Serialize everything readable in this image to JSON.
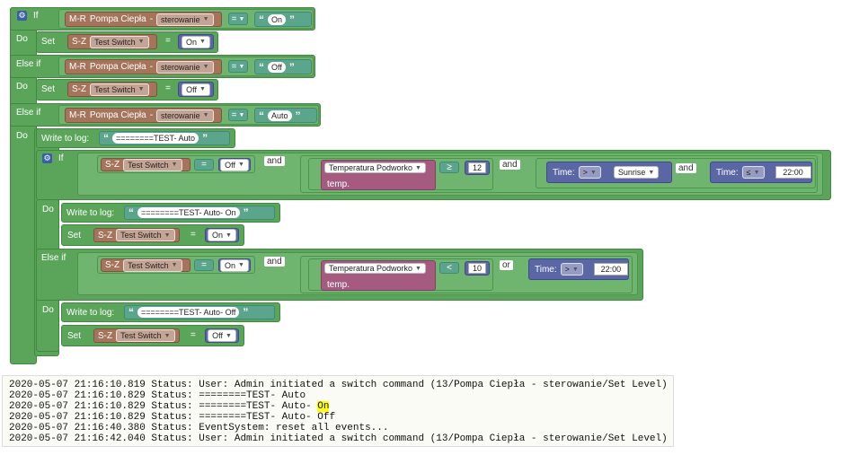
{
  "kw": {
    "if": "If",
    "do": "Do",
    "else_if": "Else if",
    "set": "Set",
    "write": "Write to log:",
    "and": "and",
    "or": "or",
    "eq": "=",
    "time": "Time:"
  },
  "device": {
    "mr": "M-R",
    "pompa": "Pompa Ciepła",
    "sterowanie": "sterowanie",
    "sz": "S-Z",
    "switch": "Test Switch"
  },
  "values": {
    "on": "On",
    "off": "Off",
    "auto": "Auto"
  },
  "sensor": {
    "name": "Temperatura Podworko",
    "field": "temp.",
    "ge": "≥",
    "lt": "<",
    "v12": "12",
    "v10": "10"
  },
  "time": {
    "gt": ">",
    "le": "≤",
    "sunrise": "Sunrise",
    "t2200": "22:00"
  },
  "log_msgs": {
    "auto": "========TEST- Auto",
    "auto_on": "========TEST- Auto- On",
    "auto_off": "========TEST- Auto- Off"
  },
  "quote_open": "“",
  "quote_close": "”",
  "log_lines": [
    "2020-05-07 21:16:10.819 Status: User: Admin initiated a switch command (13/Pompa Ciepła - sterowanie/Set Level)",
    "2020-05-07 21:16:10.829 Status: ========TEST- Auto",
    "2020-05-07 21:16:10.829 Status: ========TEST- Auto- ",
    "2020-05-07 21:16:10.829 Status: ========TEST- Auto- Off",
    "2020-05-07 21:16:40.380 Status: EventSystem: reset all events...",
    "2020-05-07 21:16:42.040 Status: User: Admin initiated a switch command (13/Pompa Ciepła - sterowanie/Set Level)"
  ],
  "log_highlight": "On"
}
